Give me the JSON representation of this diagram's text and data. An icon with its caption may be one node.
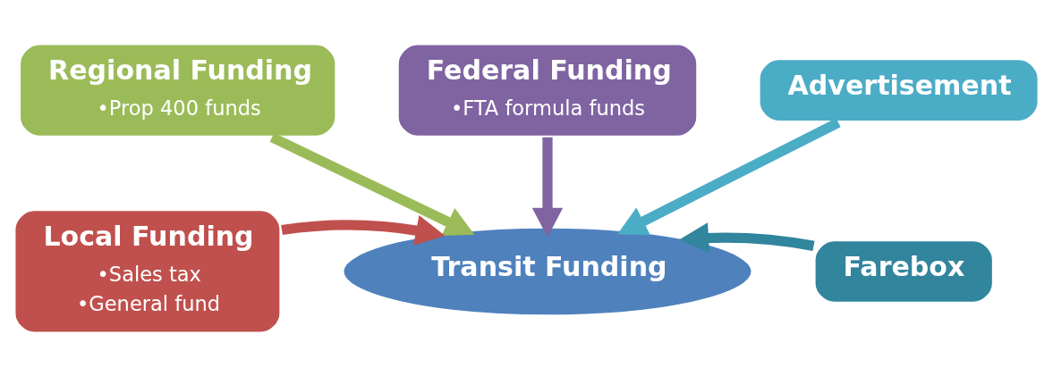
{
  "diagram": {
    "nodes": [
      {
        "text": [
          "Federal Funding",
          "•FTA formula funds"
        ]
      },
      {
        "text": [
          "Regional Funding",
          "•Prop 400 funds"
        ]
      },
      {
        "text": [
          "Advertisement"
        ]
      },
      {
        "text": [
          "Local Funding",
          "•Sales tax",
          "•General fund"
        ]
      },
      {
        "text": [
          "Transit Funding"
        ]
      },
      {
        "text": [
          "Farebox"
        ]
      }
    ],
    "edges": [
      {
        "from": 0,
        "to": 4,
        "arrow": "to",
        "color": "#8064a2"
      },
      {
        "from": 1,
        "to": 4,
        "arrow": "to",
        "color": "#9bbb59"
      },
      {
        "from": 2,
        "to": 4,
        "arrow": "to",
        "color": "#4bacc6"
      },
      {
        "from": 3,
        "to": 4,
        "arrow": "to",
        "color": "#c0504d"
      },
      {
        "from": 5,
        "to": 4,
        "arrow": "to",
        "color": "#31859c"
      }
    ]
  }
}
